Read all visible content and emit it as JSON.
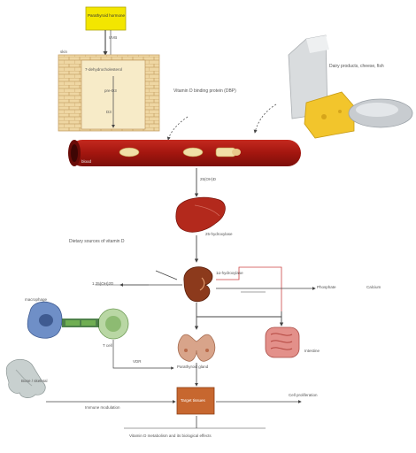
{
  "labels": {
    "hormone_box": "Parathyroid hormone",
    "skin_box": "7-dehydrocholesterol",
    "skin_step1": "pre-D3",
    "skin_step2": "D3",
    "skin_side": "skin",
    "uvb_label": "UVB",
    "diet_sources": "Dietary sources of vitamin D",
    "vessel_note": "Vitamin D binding protein (DBP)",
    "foods_label": "Dairy products, cheese, fish",
    "blood_label": "blood",
    "liver_arrow": "25(OH)D",
    "liver_label": "25-hydroxylase",
    "kidney_label": "1α-hydroxylase",
    "phosphate_label": "Phosphate",
    "calcium_label": "Calcium",
    "calcitriol_label": "1,25(OH)2D",
    "macrophage_label": "macrophage",
    "tcell_label": "T cell",
    "vdr_label": "VDR",
    "parathyroid_label": "Parathyroid gland",
    "intestine_label": "Intestine",
    "bone_label": "Bone / skeletal",
    "target_box": "Target tissues",
    "left_bottom": "Immune modulation",
    "right_bottom": "Cell proliferation",
    "bottom_caption": "Vitamin D metabolism and its biological effects"
  },
  "colors": {
    "blood_vessel": "#a81c16",
    "skin": "#f2dfb4",
    "hormone_box": "#f3e600",
    "liver": "#b3291c",
    "kidney": "#8c3a1c",
    "target_box": "#c7672f",
    "macrophage": "#6f8fc7",
    "tcell": "#b9d7a4",
    "intestine": "#d66f68",
    "thyroid": "#d8a48a",
    "bone": "#b9c3c2"
  },
  "icons": [
    "liver-icon",
    "kidney-icon",
    "thyroid-icon",
    "intestine-icon",
    "macrophage-icon",
    "t-cell-icon",
    "bone-icon",
    "food-icon",
    "skin-icon",
    "sun-hormone-icon"
  ]
}
